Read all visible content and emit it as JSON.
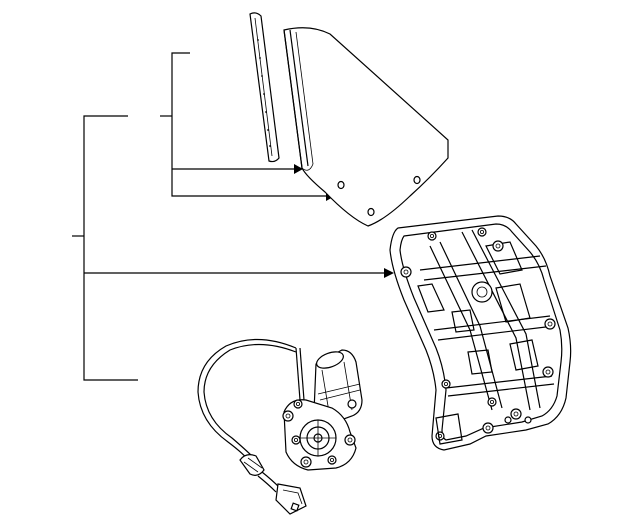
{
  "diagram": {
    "background": "#ffffff",
    "line_color": "#000000",
    "parts": [
      {
        "id": "weatherstrip",
        "icon": "weatherstrip-seal-icon"
      },
      {
        "id": "glass",
        "icon": "door-glass-icon"
      },
      {
        "id": "regulator",
        "icon": "window-regulator-panel-icon"
      },
      {
        "id": "motor",
        "icon": "window-motor-icon"
      }
    ]
  }
}
